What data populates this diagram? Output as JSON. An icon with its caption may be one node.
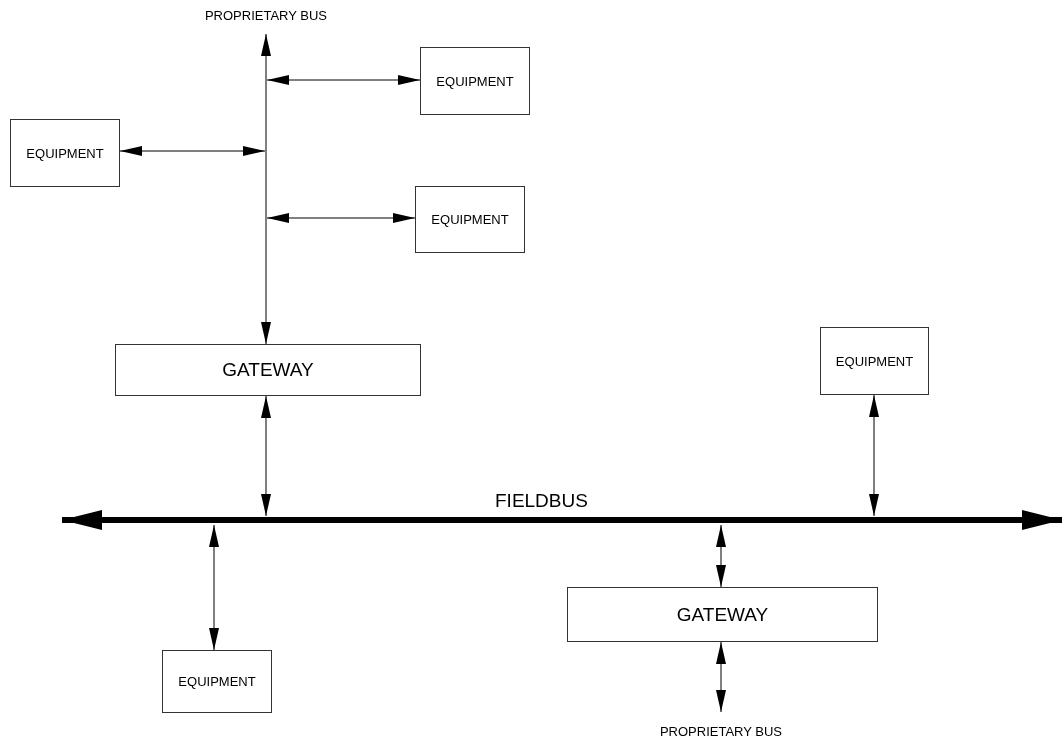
{
  "diagram": {
    "nodes": [
      {
        "text": [
          "PROPRIETARY BUS"
        ]
      },
      {
        "text": [
          "EQUIPMENT"
        ]
      },
      {
        "text": [
          "EQUIPMENT"
        ]
      },
      {
        "text": [
          "EQUIPMENT"
        ]
      },
      {
        "text": [
          "GATEWAY"
        ]
      },
      {
        "text": [
          "EQUIPMENT"
        ]
      },
      {
        "text": [
          "FIELDBUS"
        ]
      },
      {
        "text": [
          "GATEWAY"
        ]
      },
      {
        "text": [
          "EQUIPMENT"
        ]
      },
      {
        "text": [
          "PROPRIETARY BUS"
        ]
      }
    ],
    "edges": [
      {
        "from": 4,
        "to": 0,
        "arrow": "both"
      },
      {
        "from": null,
        "to": 1,
        "arrow": "both"
      },
      {
        "from": 2,
        "to": null,
        "arrow": "both"
      },
      {
        "from": null,
        "to": 3,
        "arrow": "both"
      },
      {
        "from": 4,
        "to": 6,
        "arrow": "both"
      },
      {
        "from": 5,
        "to": 6,
        "arrow": "both"
      },
      {
        "from": 6,
        "to": 7,
        "arrow": "both"
      },
      {
        "from": 6,
        "to": 8,
        "arrow": "both"
      },
      {
        "from": 7,
        "to": 9,
        "arrow": "both"
      }
    ]
  }
}
